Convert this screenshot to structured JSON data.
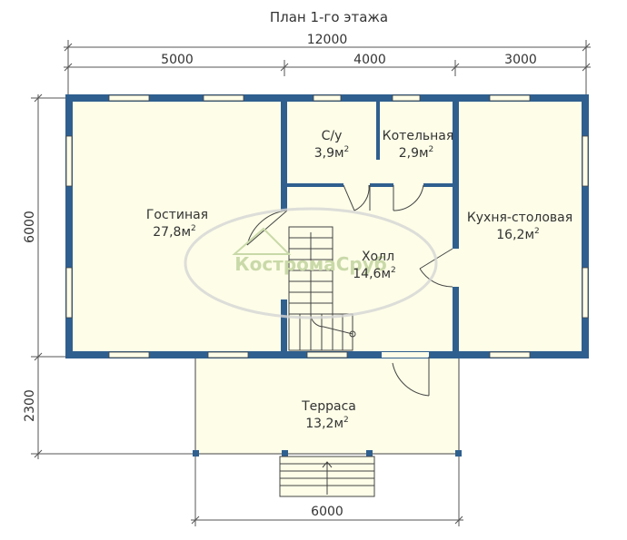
{
  "title": "План 1-го этажа",
  "dimensions": {
    "total_width": "12000",
    "width_1": "5000",
    "width_2": "4000",
    "width_3": "3000",
    "depth_house": "6000",
    "depth_terrace": "2300",
    "terrace_width": "6000"
  },
  "rooms": [
    {
      "id": "living",
      "name": "Гостиная",
      "area": "27,8м",
      "sup": "2"
    },
    {
      "id": "wc",
      "name": "С/у",
      "area": "3,9м",
      "sup": "2"
    },
    {
      "id": "boiler",
      "name": "Котельная",
      "area": "2,9м",
      "sup": "2"
    },
    {
      "id": "kitchen",
      "name": "Кухня-столовая",
      "area": "16,2м",
      "sup": "2"
    },
    {
      "id": "hall",
      "name": "Холл",
      "area": "14,6м",
      "sup": "2"
    },
    {
      "id": "terrace",
      "name": "Терраса",
      "area": "13,2м",
      "sup": "2"
    }
  ],
  "watermark": "КостромаСруб",
  "colors": {
    "wall": "#2f5f8f",
    "floor": "#fdfde8",
    "line": "#444444",
    "watermark": "#c9d9a8"
  }
}
